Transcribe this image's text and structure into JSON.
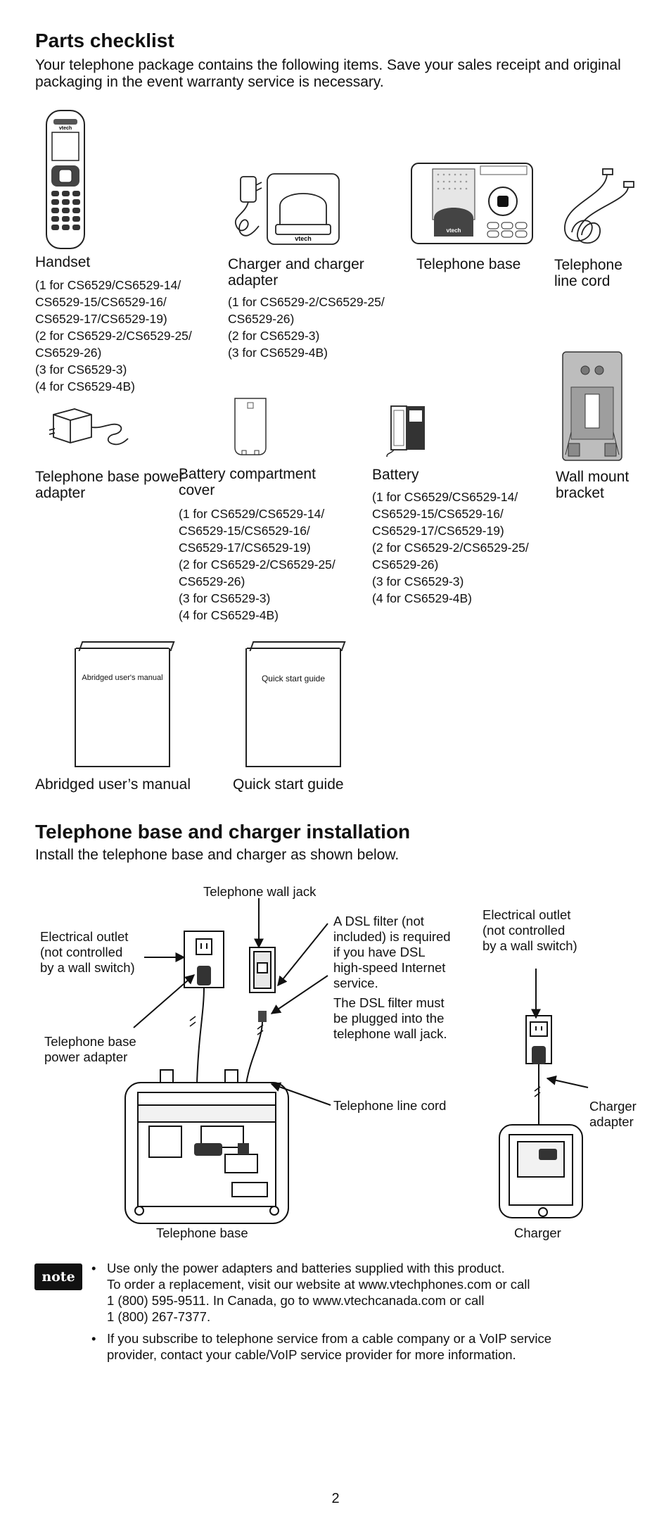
{
  "parts": {
    "heading": "Parts checklist",
    "intro": "Your telephone package contains the following items. Save your sales receipt and original packaging in the event warranty service is necessary.",
    "items": [
      {
        "name": "Handset",
        "qty": "(1 for CS6529/CS6529-14/\nCS6529-15/CS6529-16/\nCS6529-17/CS6529-19)\n(2 for CS6529-2/CS6529-25/\nCS6529-26)\n(3 for CS6529-3)\n(4 for CS6529-4B)"
      },
      {
        "name": "Charger and charger adapter",
        "qty": "(1 for CS6529-2/CS6529-25/\nCS6529-26)\n(2 for CS6529-3)\n(3 for CS6529-4B)"
      },
      {
        "name": "Telephone base"
      },
      {
        "name": "Telephone line cord"
      },
      {
        "name": "Telephone base power adapter"
      },
      {
        "name": "Battery compartment cover",
        "qty": "(1 for CS6529/CS6529-14/\nCS6529-15/CS6529-16/\nCS6529-17/CS6529-19)\n(2 for CS6529-2/CS6529-25/\nCS6529-26)\n(3 for CS6529-3)\n(4 for CS6529-4B)"
      },
      {
        "name": "Battery",
        "qty": "(1 for CS6529/CS6529-14/\nCS6529-15/CS6529-16/\nCS6529-17/CS6529-19)\n(2 for CS6529-2/CS6529-25/\nCS6529-26)\n(3 for CS6529-3)\n(4 for CS6529-4B)"
      },
      {
        "name": "Wall mount bracket"
      },
      {
        "name": "Abridged user’s manual",
        "cover_text": "Abridged user's manual"
      },
      {
        "name": "Quick start guide",
        "cover_text": "Quick start guide"
      }
    ],
    "handset_brand": "vtech",
    "charger_brand": "vtech",
    "base_brand": "vtech"
  },
  "install": {
    "heading": "Telephone base and charger installation",
    "intro": "Install the telephone base and charger as shown below.",
    "callouts": {
      "wall_jack": "Telephone wall jack",
      "outlet_left": "Electrical outlet\n(not controlled\nby a wall switch)",
      "dsl_1": "A DSL filter (not\nincluded) is required\nif you have DSL\nhigh-speed Internet\nservice.",
      "dsl_2": "The DSL filter must\nbe plugged into the\ntelephone wall jack.",
      "outlet_right": "Electrical outlet\n(not controlled\nby a wall switch)",
      "base_adapter": "Telephone base\npower adapter",
      "line_cord": "Telephone line cord",
      "charger_adapter": "Charger\nadapter",
      "base_caption": "Telephone base",
      "charger_caption": "Charger"
    }
  },
  "note": {
    "badge": "note",
    "bullets": [
      "Use only the power adapters and batteries supplied with this product.\nTo order a replacement, visit our website at www.vtechphones.com or call\n1 (800) 595-9511. In Canada, go to www.vtechcanada.com or call\n1 (800) 267-7377.",
      "If you subscribe to telephone service from a cable company or a VoIP service\nprovider, contact your cable/VoIP service provider for more information."
    ]
  },
  "page_number": "2"
}
